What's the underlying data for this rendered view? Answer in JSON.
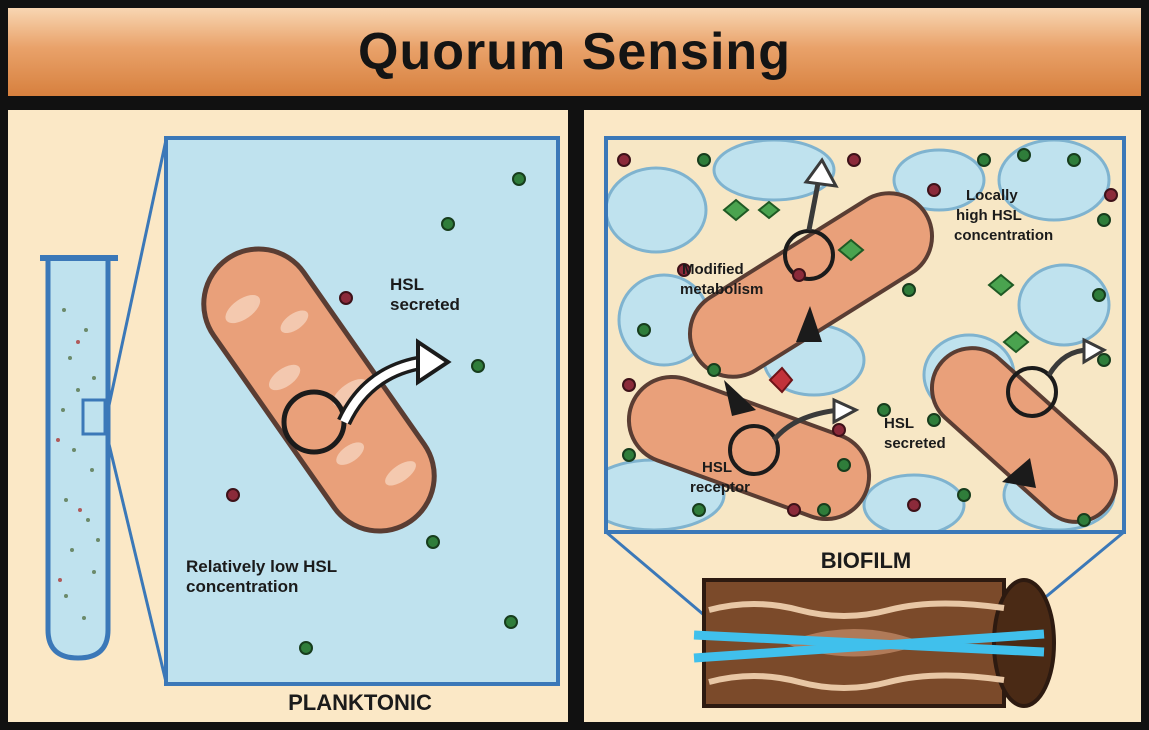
{
  "title": "Quorum Sensing",
  "left_panel": {
    "caption": "PLANKTONIC",
    "hsl_label": [
      "HSL",
      "secreted"
    ],
    "low_label": [
      "Relatively low HSL",
      "concentration"
    ]
  },
  "right_panel": {
    "caption": "BIOFILM",
    "high_label": [
      "Locally",
      "high HSL",
      "concentration"
    ],
    "modified_label": [
      "Modified",
      "metabolism"
    ],
    "hsl_label": [
      "HSL",
      "secreted"
    ],
    "receptor_label": [
      "HSL",
      "receptor"
    ]
  },
  "colors": {
    "title_bar": "#e9a26a",
    "panel_bg": "#fbe8c6",
    "inset_bg": "#bfe2ee",
    "inset_border": "#3b78b8",
    "cell_fill": "#e9a07a",
    "cell_outline": "#5a3d33",
    "molecule_green": "#2f7d3a",
    "molecule_red": "#8b2a3a",
    "vessel": "#7b4a2a",
    "beam": "#40c0ec"
  }
}
